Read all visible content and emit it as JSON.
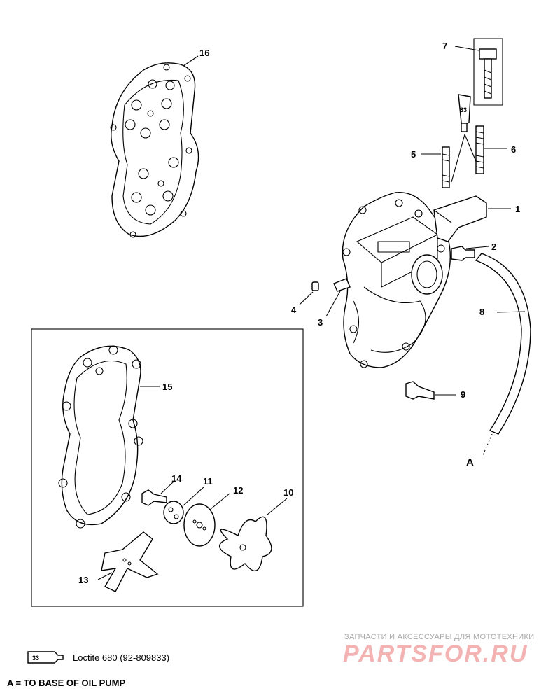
{
  "callouts": {
    "c1": "1",
    "c2": "2",
    "c3": "3",
    "c4": "4",
    "c5": "5",
    "c6": "6",
    "c7": "7",
    "c8": "8",
    "c9": "9",
    "c10": "10",
    "c11": "11",
    "c12": "12",
    "c13": "13",
    "c14": "14",
    "c15": "15",
    "c16": "16",
    "cA": "A"
  },
  "tube_label": "33",
  "legend": {
    "text": "Loctite 680 (92-809833)"
  },
  "footnote": "A = TO BASE OF OIL PUMP",
  "watermark": {
    "tagline": "ЗАПЧАСТИ И АКСЕССУАРЫ ДЛЯ МОТОТЕХНИКИ",
    "logo": "PARTSFOR.RU"
  }
}
